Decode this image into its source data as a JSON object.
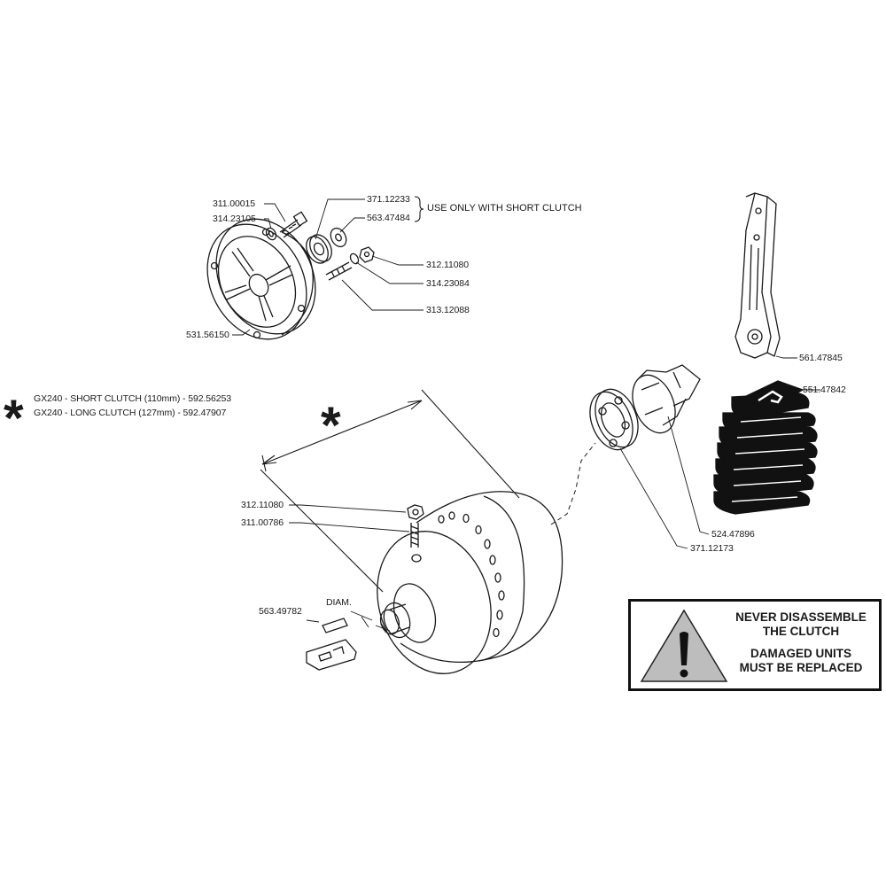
{
  "callouts": {
    "p311_00015": "311.00015",
    "p314_23105": "314.23105",
    "p531_56150": "531.56150",
    "p371_12233": "371.12233",
    "p563_47484": "563.47484",
    "p312_11080_top": "312.11080",
    "p314_23084": "314.23084",
    "p313_12088": "313.12088",
    "p561_47845": "561.47845",
    "p551_47842": "551.47842",
    "p524_47896": "524.47896",
    "p371_12173": "371.12173",
    "p312_11080": "312.11080",
    "p311_00786": "311.00786",
    "p563_49782": "563.49782",
    "diam": "DIAM."
  },
  "notes": {
    "short_clutch_only": "USE ONLY WITH SHORT CLUTCH",
    "star_symbol": "*",
    "gx240_short": "GX240 - SHORT CLUTCH (110mm)  -  592.56253",
    "gx240_long": "GX240 - LONG CLUTCH (127mm)  -  592.47907"
  },
  "warning": {
    "line1": "NEVER DISASSEMBLE",
    "line2": "THE CLUTCH",
    "line3": "DAMAGED UNITS",
    "line4": "MUST BE REPLACED",
    "icon": "warning-triangle-icon"
  }
}
